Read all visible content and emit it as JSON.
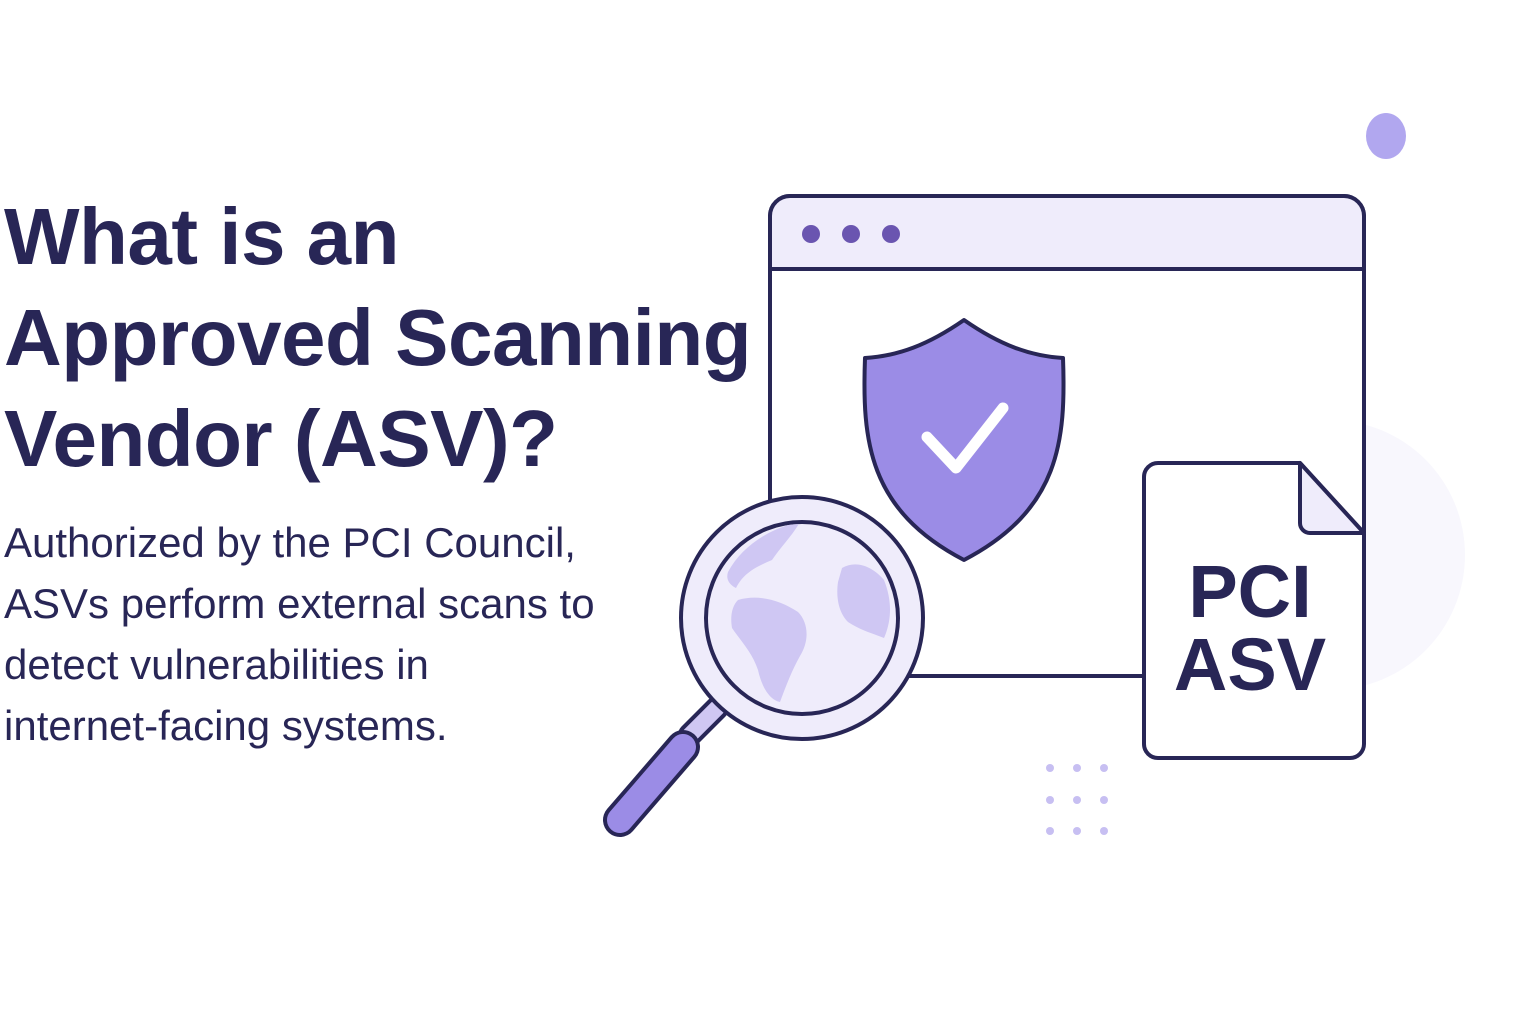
{
  "headline": {
    "line1": "What is an",
    "line2": "Approved Scanning",
    "line3": "Vendor (ASV)?"
  },
  "description": {
    "line1": "Authorized by the PCI Council,",
    "line2": "ASVs perform external scans to",
    "line3": "detect vulnerabilities in",
    "line4": "internet-facing systems."
  },
  "document": {
    "line1": "PCI",
    "line2": "ASV"
  },
  "icons": [
    "browser-window-icon",
    "shield-check-icon",
    "magnifying-glass-icon",
    "globe-icon",
    "document-icon"
  ],
  "colors": {
    "navy": "#282656",
    "accent": "#9b8ce6",
    "accent_light": "#cfc7f3",
    "accent_pale": "#efecfb"
  }
}
